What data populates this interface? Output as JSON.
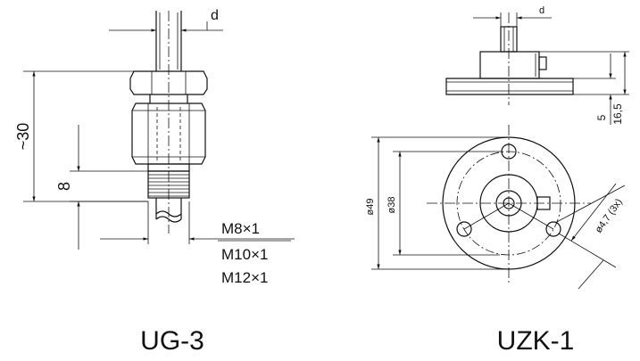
{
  "ug3": {
    "name": "UG-3",
    "dim_d": "d",
    "dim_30": "~30",
    "dim_8": "8",
    "threads": [
      "M8×1",
      "M10×1",
      "M12×1"
    ]
  },
  "uzk1": {
    "name": "UZK-1",
    "dim_d": "d",
    "dim_5": "5",
    "dim_16_5": "16,5",
    "dim_49": "ø49",
    "dim_38": "ø38",
    "dim_hole": "ø4,7 (3x)"
  }
}
